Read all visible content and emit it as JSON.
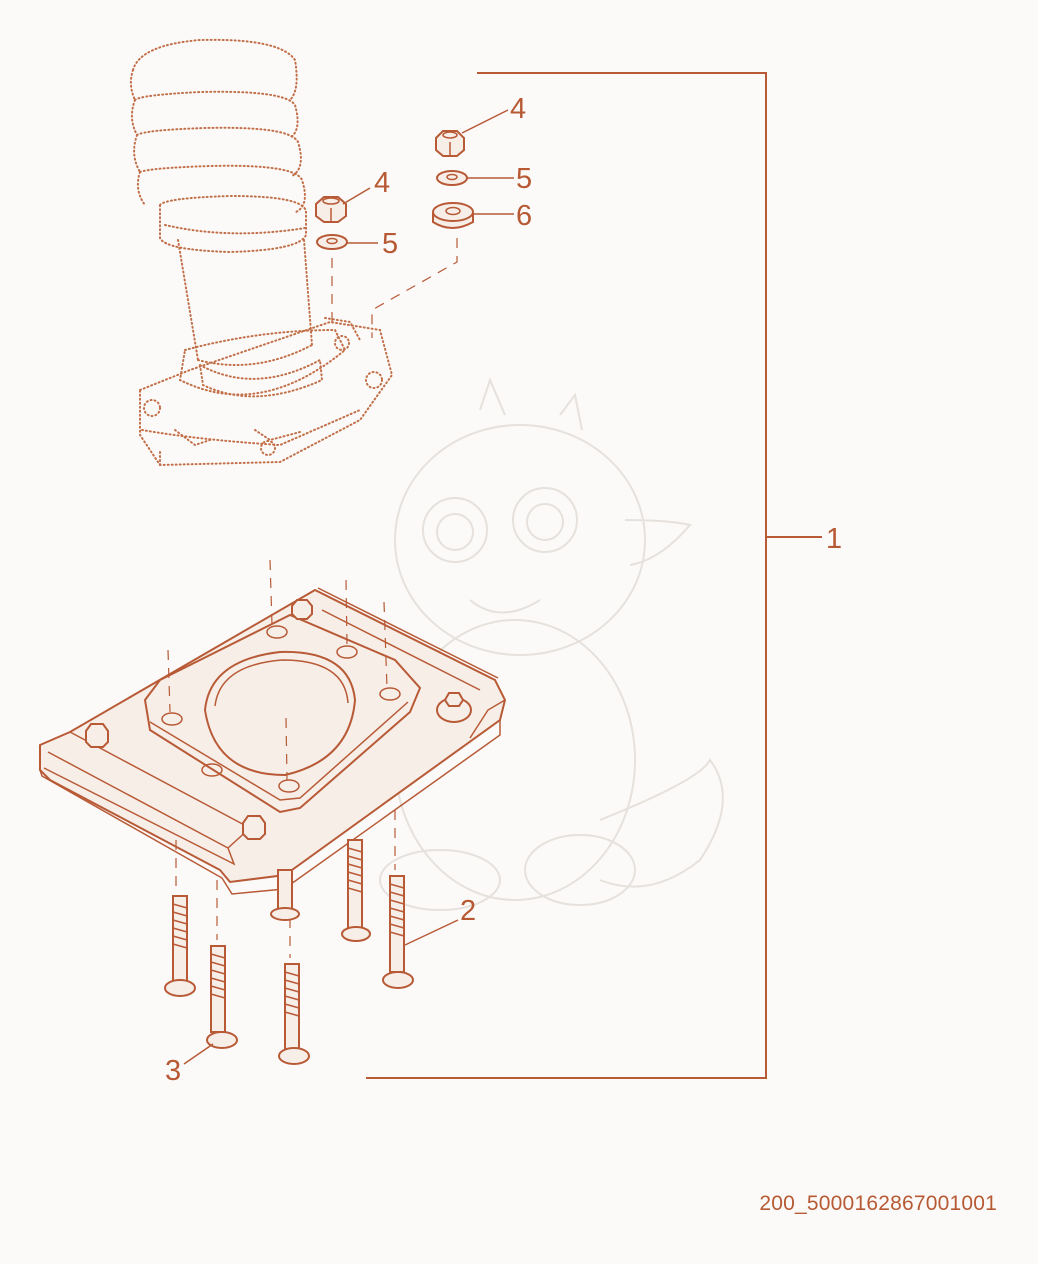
{
  "colors": {
    "line": "#b85a36",
    "callout_text": "#b75a34",
    "background": "#fbfaf9",
    "watermark": "#e6e1dc"
  },
  "callouts": {
    "assembly": "1",
    "long_bolt": "2",
    "short_bolt": "3",
    "nut_left": "4",
    "nut_right": "4",
    "washer_left": "5",
    "washer_right": "5",
    "spacer_right": "6"
  },
  "figure_id": "200_5000162867001001",
  "watermark": {
    "icon": "baby-dragon-watermark-icon"
  }
}
